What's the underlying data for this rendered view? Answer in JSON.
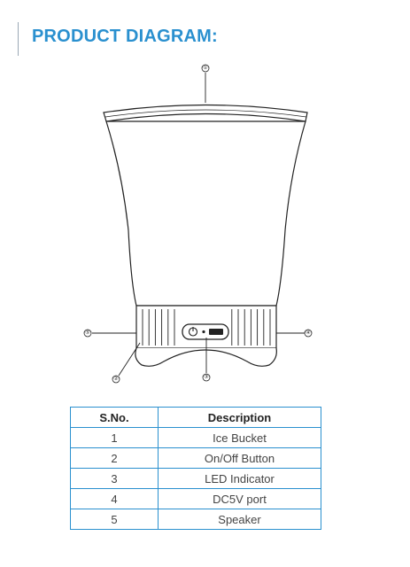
{
  "page": {
    "title": "PRODUCT DIAGRAM:"
  },
  "diagram": {
    "callouts": [
      {
        "id": "callout-1",
        "label": "①"
      },
      {
        "id": "callout-2",
        "label": "②"
      },
      {
        "id": "callout-3",
        "label": "③"
      },
      {
        "id": "callout-4",
        "label": "④"
      },
      {
        "id": "callout-5",
        "label": "⑤"
      }
    ]
  },
  "table": {
    "headers": [
      "S.No.",
      "Description"
    ],
    "rows": [
      {
        "no": "1",
        "description": "Ice Bucket"
      },
      {
        "no": "2",
        "description": "On/Off Button"
      },
      {
        "no": "3",
        "description": "LED Indicator"
      },
      {
        "no": "4",
        "description": "DC5V port"
      },
      {
        "no": "5",
        "description": "Speaker"
      }
    ]
  },
  "colors": {
    "accent": "#2a90cf",
    "line": "#222222"
  }
}
